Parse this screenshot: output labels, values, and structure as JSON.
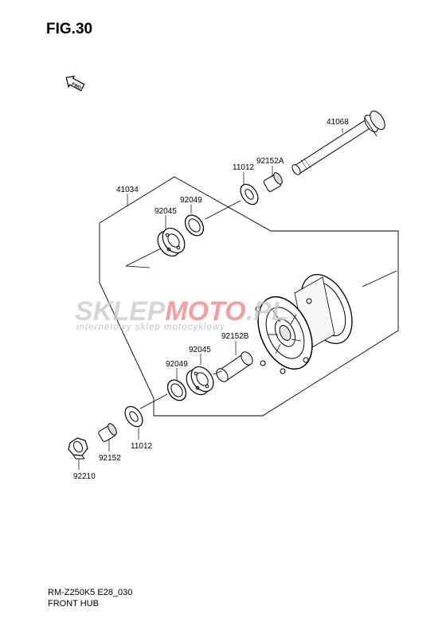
{
  "figure": {
    "title": "FIG.30"
  },
  "icons": {
    "forward_arrow": {
      "name": "fwd-arrow-icon",
      "text": "FWD"
    }
  },
  "parts": [
    {
      "id": "41068"
    },
    {
      "id": "92152A"
    },
    {
      "id": "11012"
    },
    {
      "id": "41034"
    },
    {
      "id": "92049"
    },
    {
      "id": "92045"
    },
    {
      "id": "92152B"
    },
    {
      "id": "92045"
    },
    {
      "id": "92049"
    },
    {
      "id": "11012"
    },
    {
      "id": "92152"
    },
    {
      "id": "92210"
    }
  ],
  "watermark": {
    "brand_left": "SKLEP",
    "brand_right": "MOTO",
    "brand_tail": ".PL",
    "tagline": "internetowy sklep motocyklowy",
    "colors": {
      "grey": "#c9c9c9",
      "red": "#f08080"
    }
  },
  "footer": {
    "code": "RM-Z250K5 E28_030",
    "name": "FRONT HUB"
  }
}
